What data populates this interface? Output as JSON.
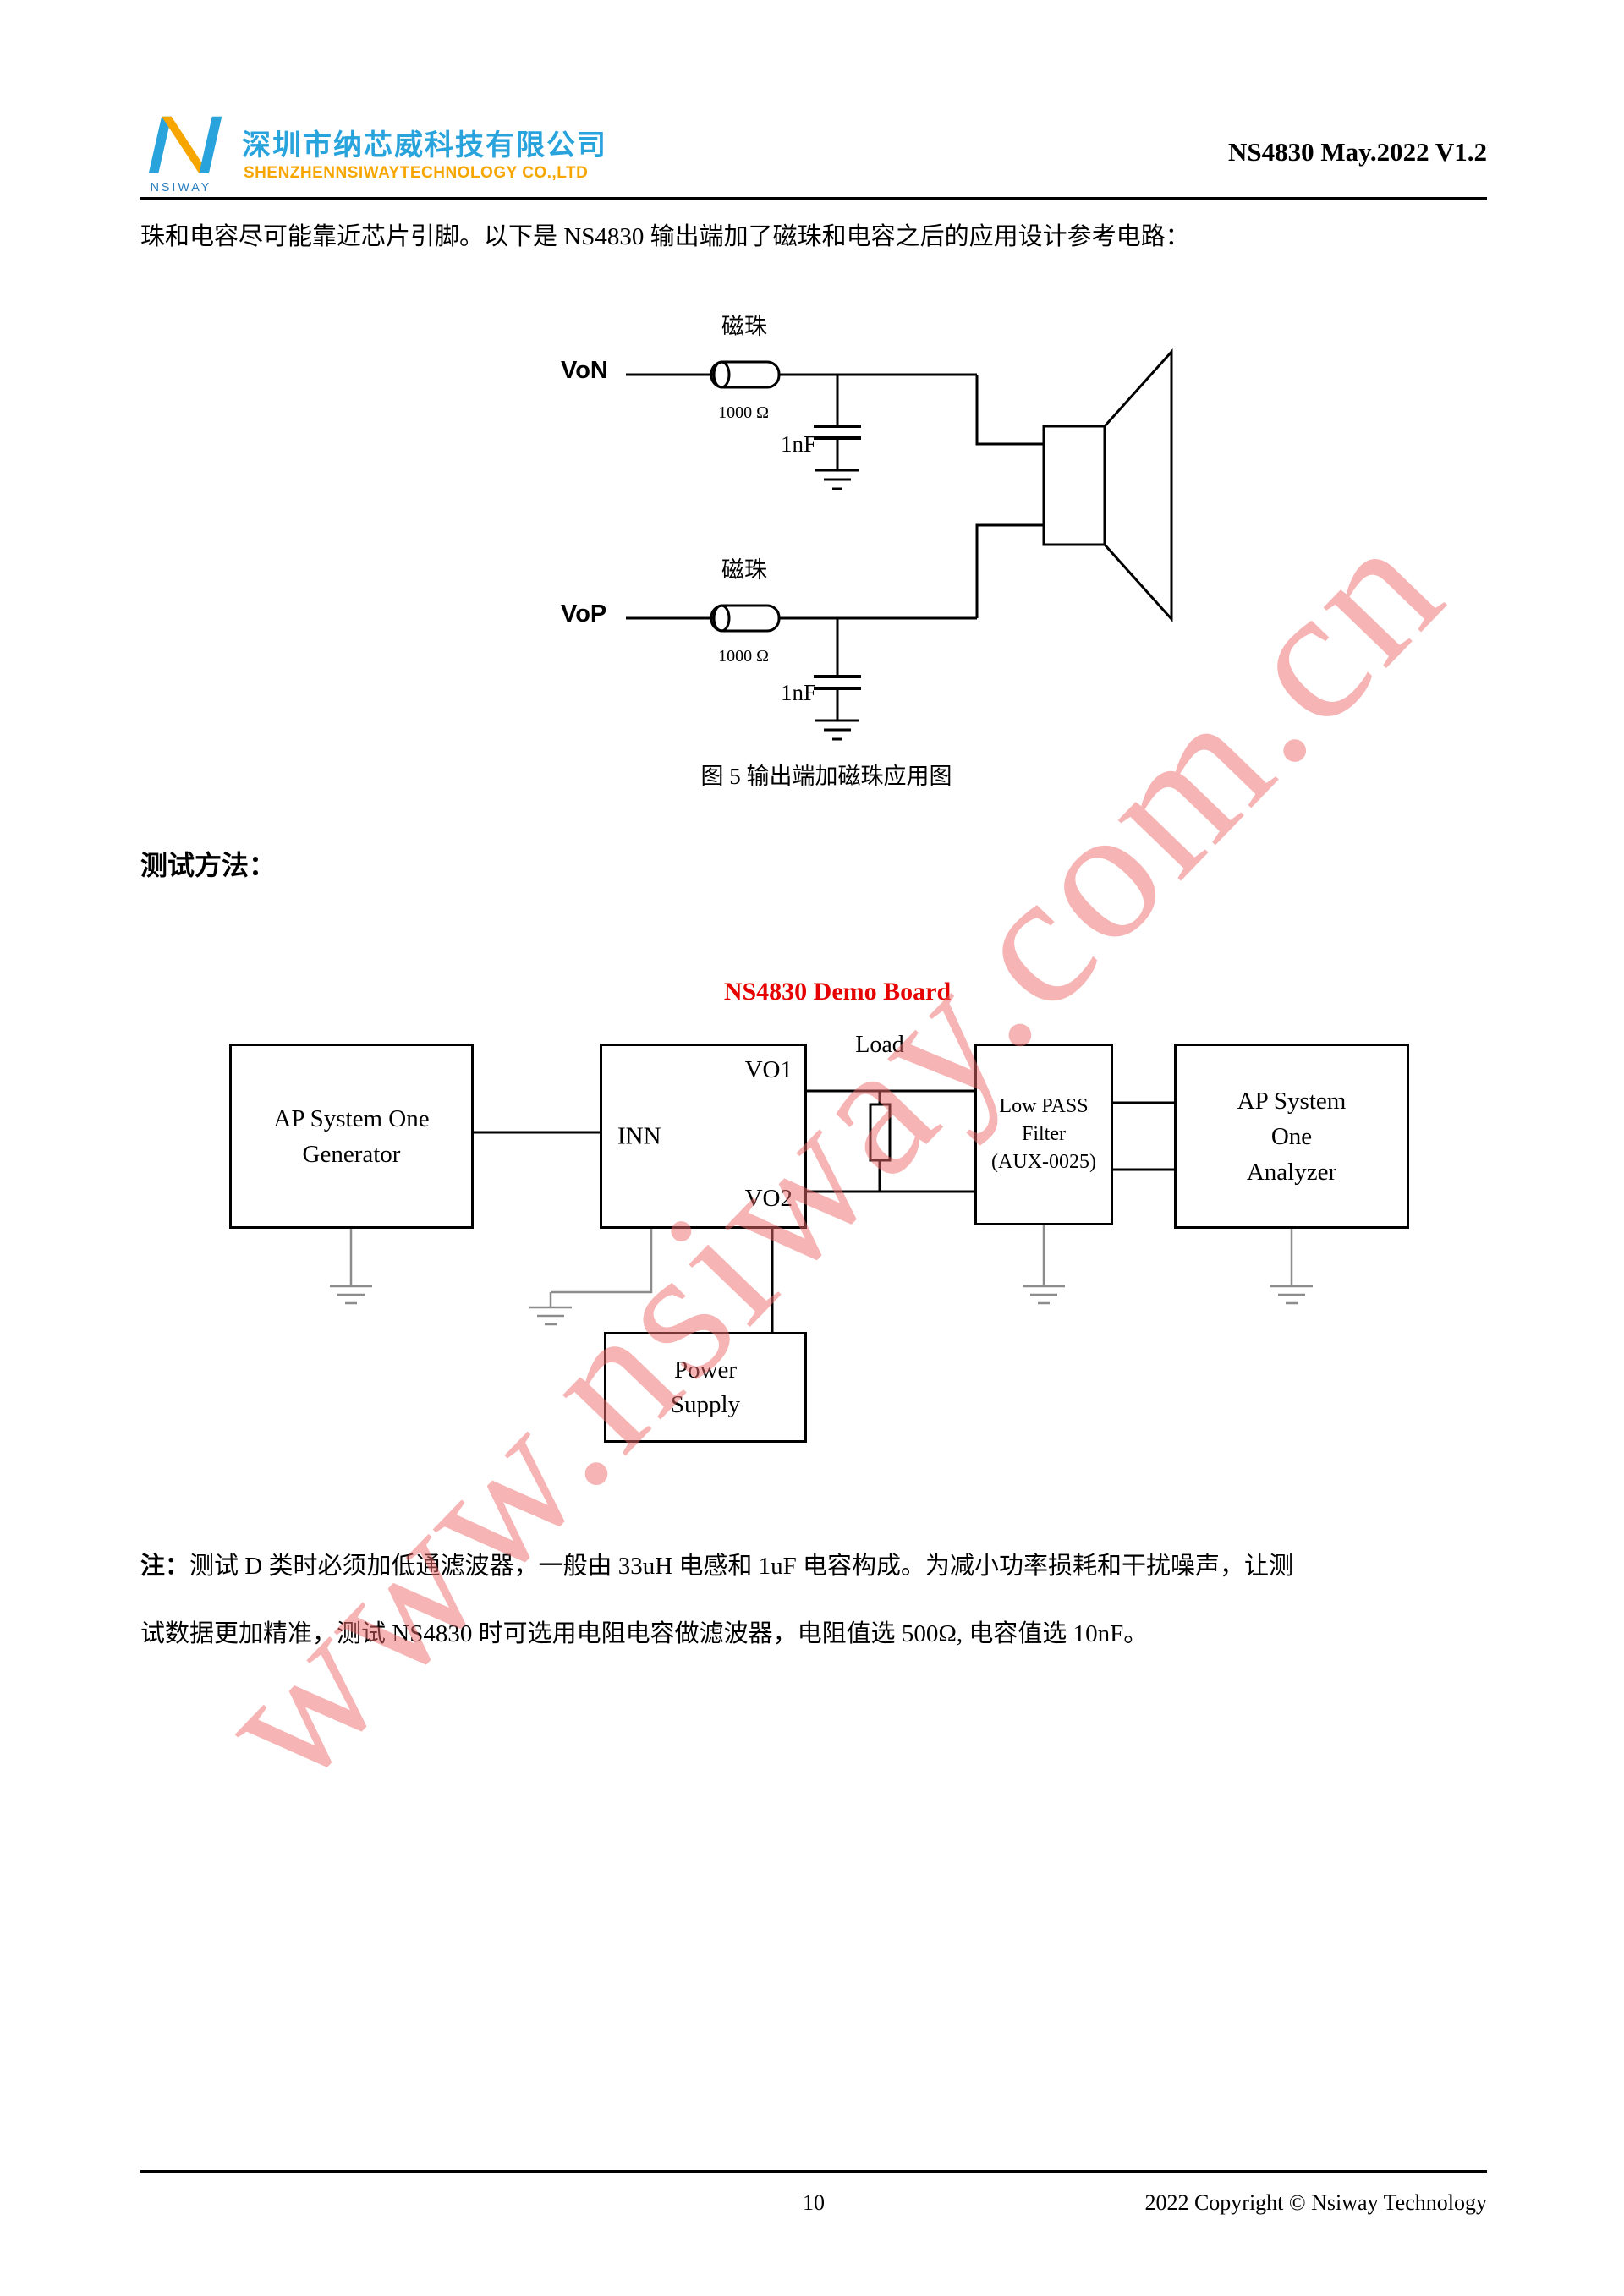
{
  "header": {
    "logo_text": "NSIWAY",
    "company_cn": "深圳市纳芯威科技有限公司",
    "company_en": "SHENZHENNSIWAYTECHNOLOGY CO.,LTD",
    "doc_ref": "NS4830 May.2022 V1.2"
  },
  "intro": "珠和电容尽可能靠近芯片引脚。以下是 NS4830 输出端加了磁珠和电容之后的应用设计参考电路：",
  "figure5": {
    "bead_label_top": "磁珠",
    "von": "VoN",
    "bead_value_top": "1000 Ω",
    "cap_top": "1nF",
    "bead_label_bottom": "磁珠",
    "vop": "VoP",
    "bead_value_bottom": "1000 Ω",
    "cap_bottom": "1nF",
    "caption": "图 5   输出端加磁珠应用图"
  },
  "section_heading": "测试方法：",
  "demo": {
    "title": "NS4830 Demo Board",
    "load": "Load",
    "generator": [
      "AP System One",
      "Generator"
    ],
    "chip": {
      "inn": "INN",
      "vo1": "VO1",
      "vo2": "VO2"
    },
    "filter": [
      "Low PASS",
      "Filter",
      "(AUX-0025)"
    ],
    "analyzer": [
      "AP System",
      "One",
      "Analyzer"
    ],
    "power": [
      "Power",
      "Supply"
    ]
  },
  "note": {
    "prefix": "注：",
    "line1": "测试 D 类时必须加低通滤波器，一般由 33uH 电感和 1uF 电容构成。为减小功率损耗和干扰噪声，让测",
    "line2": "试数据更加精准，测试 NS4830 时可选用电阻电容做滤波器，电阻值选 500Ω, 电容值选 10nF。"
  },
  "watermark": "www.nsiway.com.cn",
  "footer": {
    "page": "10",
    "copyright": "2022 Copyright © Nsiway Technology"
  },
  "colors": {
    "brand_blue": "#29a3dc",
    "brand_orange": "#f7a600",
    "title_red": "#e60000",
    "watermark_red": "#ee6969"
  }
}
